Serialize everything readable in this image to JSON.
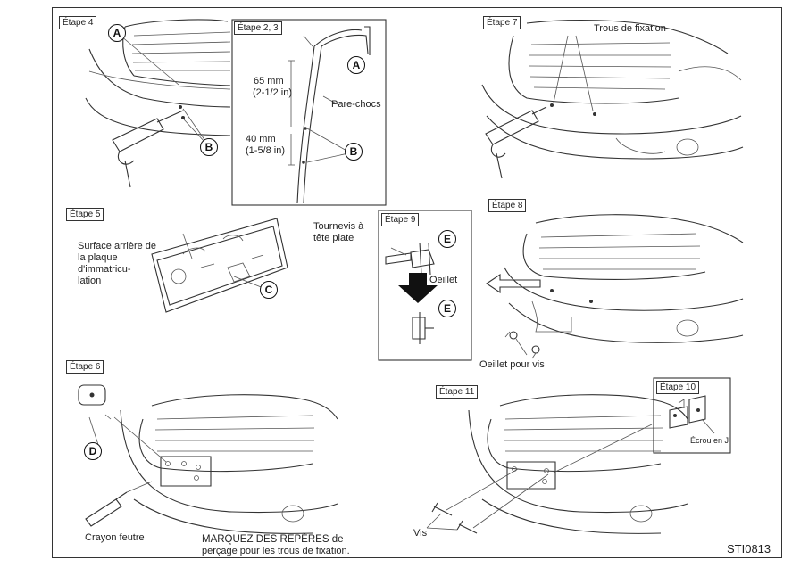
{
  "steps": {
    "s4": "Étape 4",
    "s23": "Étape 2, 3",
    "s7": "Étape 7",
    "s5": "Étape 5",
    "s8": "Étape 8",
    "s9": "Étape 9",
    "s6": "Étape 6",
    "s11": "Étape 11",
    "s10": "Étape 10"
  },
  "letters": {
    "a": "A",
    "b": "B",
    "c": "C",
    "d": "D",
    "e": "E"
  },
  "labels": {
    "mm65": "65 mm",
    "in65": "(2-1/2 in)",
    "bumper": "Pare-chocs",
    "mm40": "40 mm",
    "in40": "(1-5/8 in)",
    "mounting_holes": "Trous de fixation",
    "plate_back_1": "Surface arrière de",
    "plate_back_2": "la plaque",
    "plate_back_3": "d'immatricu-",
    "plate_back_4": "lation",
    "screwdriver_1": "Tournevis à",
    "screwdriver_2": "tête plate",
    "grommet": "Oeillet",
    "screw_grommet": "Oeillet pour vis",
    "felt_pen": "Crayon feutre",
    "mark_1": "MARQUEZ DES REPÈRES de",
    "mark_2": "perçage pour les trous de fixation.",
    "screws": "Vis",
    "jnut": "Écrou en J",
    "code": "STI0813"
  }
}
